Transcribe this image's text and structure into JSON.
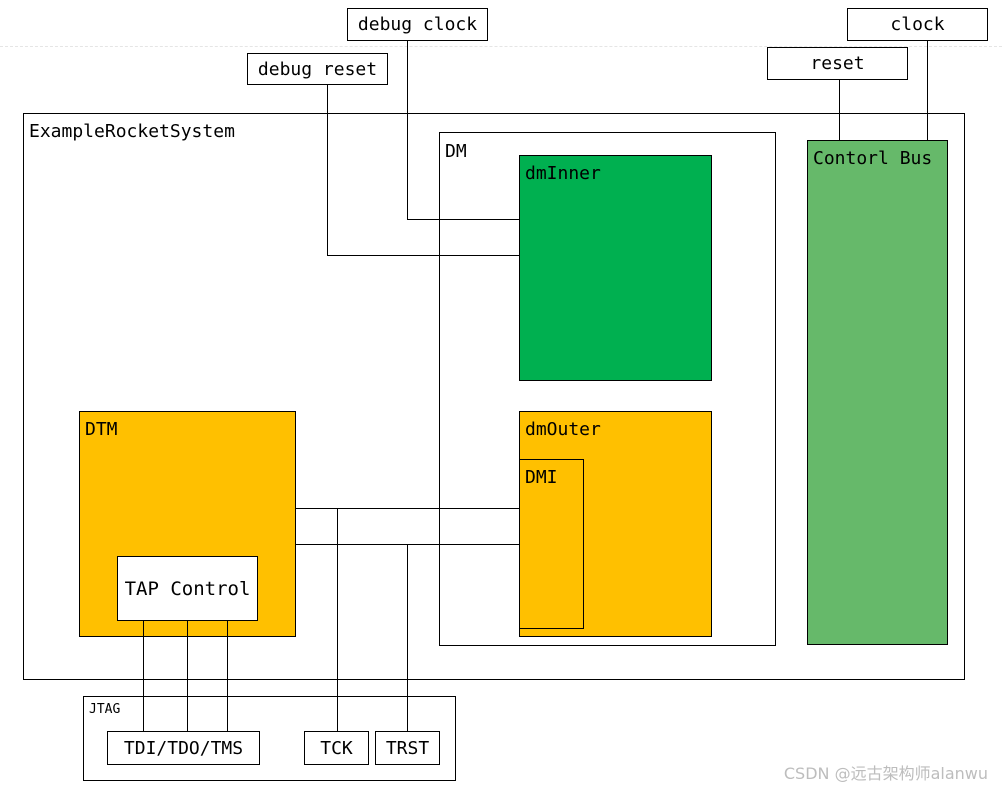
{
  "colors": {
    "dm_inner": "#00b050",
    "orange": "#ffc000",
    "control_bus": "#66b96a"
  },
  "signals": {
    "debug_clock": "debug clock",
    "debug_reset": "debug reset",
    "clock": "clock",
    "reset": "reset"
  },
  "system": {
    "label": "ExampleRocketSystem"
  },
  "dm": {
    "label": "DM"
  },
  "dm_inner": {
    "label": "dmInner"
  },
  "dm_outer": {
    "label": "dmOuter"
  },
  "dmi": {
    "label": "DMI"
  },
  "dtm": {
    "label": "DTM"
  },
  "tap_control": {
    "label": "TAP Control"
  },
  "control_bus": {
    "label": "Contorl Bus"
  },
  "jtag": {
    "label": "JTAG",
    "pins": [
      "TDI/TDO/TMS",
      "TCK",
      "TRST"
    ]
  },
  "watermark": "CSDN @远古架构师alanwu"
}
